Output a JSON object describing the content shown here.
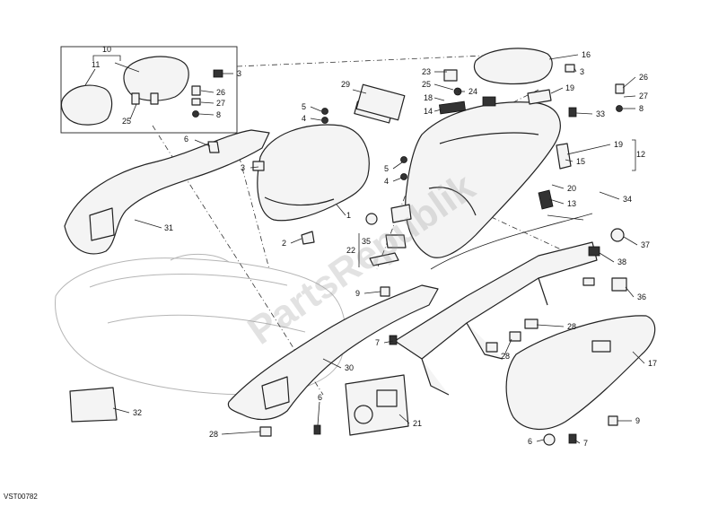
{
  "diagram_code": "VST00782",
  "watermark": "PartsRepublik",
  "callouts": [
    "10",
    "11",
    "3",
    "26",
    "27",
    "8",
    "25",
    "16",
    "3",
    "23",
    "25",
    "24",
    "18",
    "14",
    "29",
    "5",
    "4",
    "19",
    "26",
    "27",
    "8",
    "33",
    "6",
    "3",
    "1",
    "5",
    "4",
    "19",
    "12",
    "15",
    "20",
    "13",
    "34",
    "31",
    "2",
    "22",
    "35",
    "37",
    "38",
    "36",
    "9",
    "28",
    "7",
    "30",
    "6",
    "28",
    "17",
    "32",
    "21",
    "9",
    "28",
    "6",
    "7"
  ]
}
